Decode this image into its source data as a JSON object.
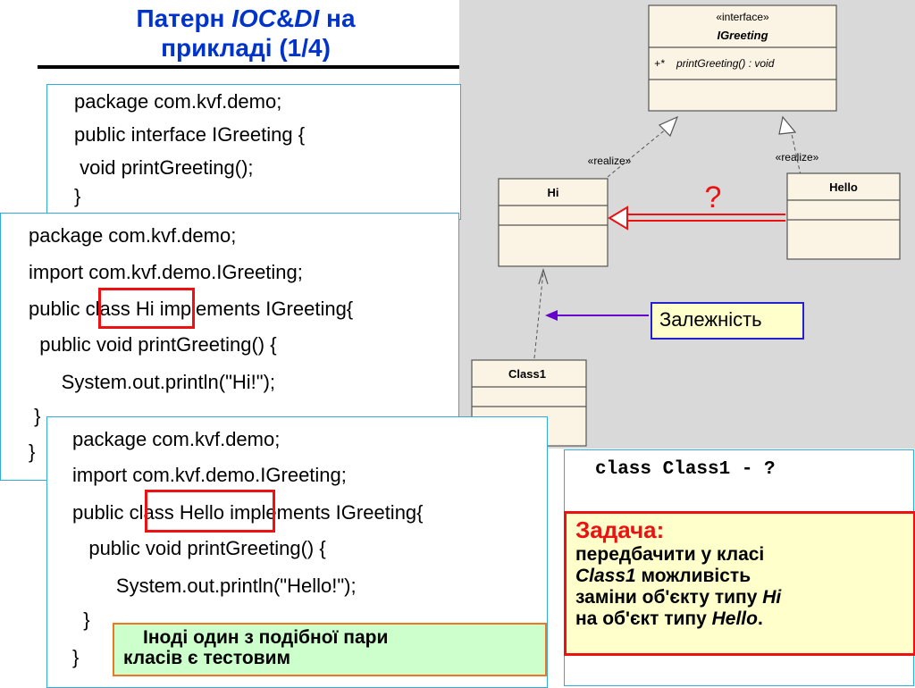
{
  "title": {
    "word1": "Патерн",
    "ioc": "IOC",
    "amp": "&",
    "di": "DI",
    "word2": "на",
    "line2": "прикладі  (1/4)"
  },
  "uml": {
    "interface_stereotype": "«interface»",
    "interface_name": "IGreeting",
    "interface_method": "+*    printGreeting() : void",
    "realize_left": "«realize»",
    "realize_right": "«realize»",
    "class_hi": "Hi",
    "class_hello": "Hello",
    "class_class1": "Class1",
    "question": "?",
    "colors": {
      "arrow_red": "#ee1111",
      "arrow_purple": "#6600cc",
      "box_fill": "#fbf3e3"
    }
  },
  "code_interface": [
    "package com.kvf.demo;",
    "public interface IGreeting {",
    " void printGreeting();",
    "}"
  ],
  "code_hi": [
    "package com.kvf.demo;",
    "import com.kvf.demo.IGreeting;",
    "public class Hi implements IGreeting{",
    "  public void printGreeting() {",
    "      System.out.println(\"Hi!\");",
    " }",
    "}"
  ],
  "code_hello": [
    "package com.kvf.demo;",
    "import com.kvf.demo.IGreeting;",
    "public class Hello implements IGreeting{",
    "   public void printGreeting() {",
    "        System.out.println(\"Hello!\");",
    "  }",
    "}"
  ],
  "dependency_label": "Залежність",
  "class1_text": "class Class1 - ?",
  "task": {
    "heading": "Задача:",
    "line1": "передбачити у класі",
    "line2_em": "Class1",
    "line2_rest": " можливість",
    "line3_pre": "заміни об'єкту типу ",
    "line3_em": "Hi",
    "line4_pre": "на об'єкт типу ",
    "line4_em": "Hello",
    "line4_post": "."
  },
  "note": {
    "line1": "Іноді один з подібної пари",
    "line2": "класів є тестовим"
  }
}
